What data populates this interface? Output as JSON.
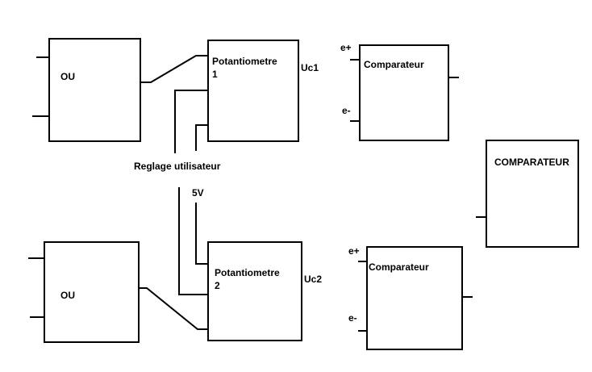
{
  "diagram": {
    "or_gate_1": {
      "label": "OU"
    },
    "or_gate_2": {
      "label": "OU"
    },
    "potentiometer_1": {
      "label_line1": "Potantiometre",
      "label_line2": "1",
      "output_label": "Uc1"
    },
    "potentiometer_2": {
      "label_line1": "Potantiometre",
      "label_line2": "2",
      "output_label": "Uc2"
    },
    "comparator_1": {
      "label": "Comparateur",
      "input_plus": "e+",
      "input_minus": "e-"
    },
    "comparator_2": {
      "label": "Comparateur",
      "input_plus": "e+",
      "input_minus": "e-"
    },
    "comparator_big": {
      "label": "COMPARATEUR"
    },
    "user_setting_label": "Reglage utilisateur",
    "supply_label": "5V"
  }
}
